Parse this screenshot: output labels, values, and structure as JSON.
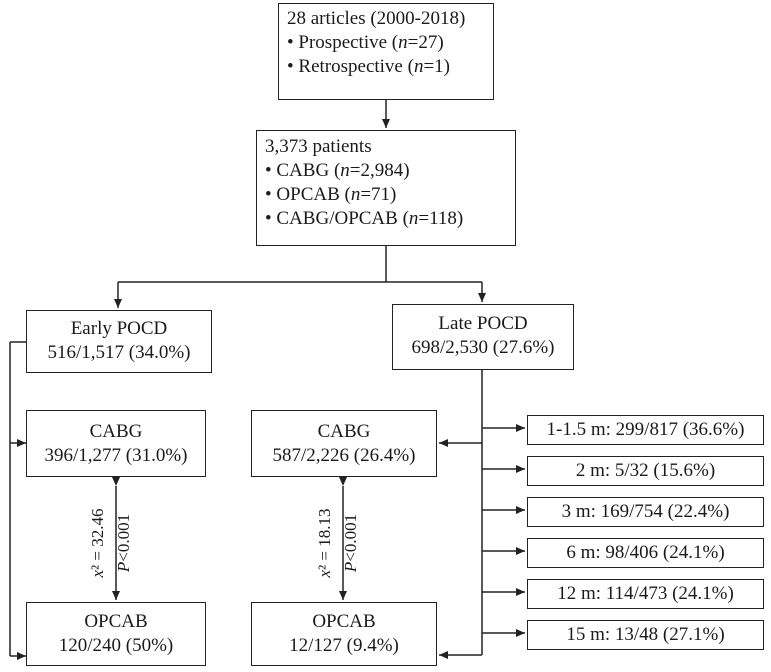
{
  "top": {
    "title": "28 articles (2000-2018)",
    "bullet": "•",
    "items": [
      {
        "label": "Prospective (",
        "n_sym": "n",
        "n_val": "=27)"
      },
      {
        "label": "Retrospective (",
        "n_sym": "n",
        "n_val": "=1)"
      }
    ]
  },
  "patients": {
    "title": "3,373 patients",
    "items": [
      {
        "label": "CABG (",
        "n_sym": "n",
        "n_val": "=2,984)"
      },
      {
        "label": "OPCAB (",
        "n_sym": "n",
        "n_val": "=71)"
      },
      {
        "label": "CABG/OPCAB (",
        "n_sym": "n",
        "n_val": "=118)"
      }
    ]
  },
  "early": {
    "title": "Early POCD",
    "value": "516/1,517 (34.0%)",
    "cabg": {
      "title": "CABG",
      "value": "396/1,277 (31.0%)"
    },
    "opcab": {
      "title": "OPCAB",
      "value": "120/240 (50%)"
    },
    "chi_sym": "x",
    "chi_val": "² = 32.46",
    "p_sym": "P",
    "p_val": "<0.001"
  },
  "late": {
    "title": "Late POCD",
    "value": "698/2,530 (27.6%)",
    "cabg": {
      "title": "CABG",
      "value": "587/2,226 (26.4%)"
    },
    "opcab": {
      "title": "OPCAB",
      "value": "12/127 (9.4%)"
    },
    "chi_sym": "x",
    "chi_val": "² = 18.13",
    "p_sym": "P",
    "p_val": "<0.001"
  },
  "timepoints": [
    "1-1.5 m: 299/817 (36.6%)",
    "2 m: 5/32 (15.6%)",
    "3 m: 169/754 (22.4%)",
    "6 m: 98/406 (24.1%)",
    "12 m: 114/473 (24.1%)",
    "15 m: 13/48 (27.1%)"
  ]
}
